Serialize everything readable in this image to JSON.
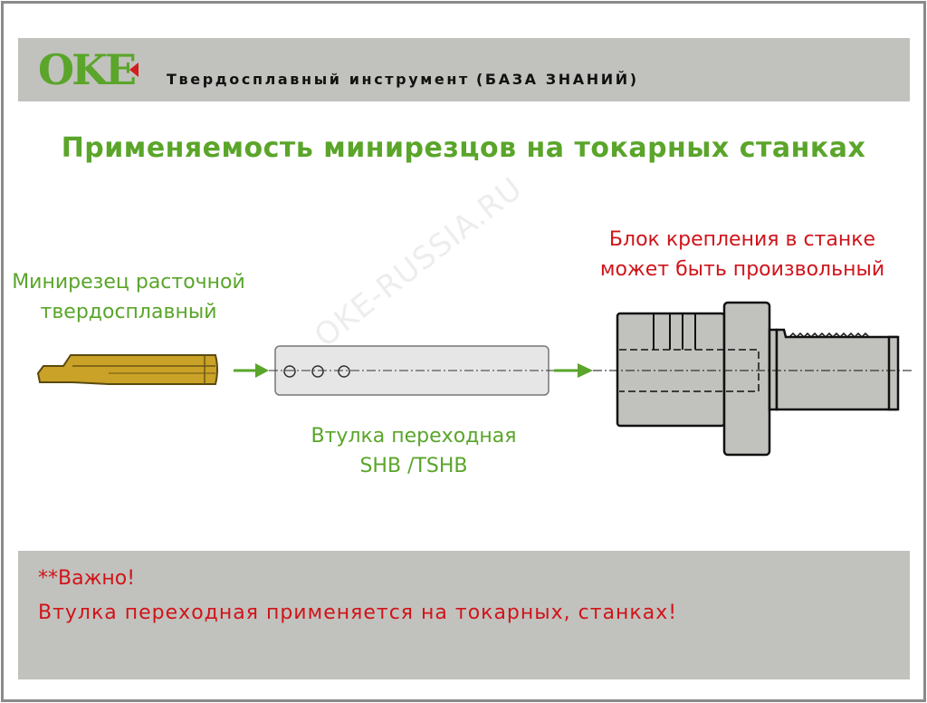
{
  "header": {
    "logo": "OKE",
    "title": "Твердосплавный инструмент",
    "subtitle": "(БАЗА ЗНАНИЙ)"
  },
  "main": {
    "title": "Применяемость минирезцов на токарных станках",
    "labels": {
      "cutter_line1": "Минирезец расточной",
      "cutter_line2": "твердосплавный",
      "sleeve_line1": "Втулка переходная",
      "sleeve_line2": "SHB /TSHB",
      "block_line1": "Блок крепления в станке",
      "block_line2": "может быть произвольный"
    },
    "watermark": "OKE-RUSSIA.RU"
  },
  "footer": {
    "note_title": "**Важно!",
    "note_text": "Втулка переходная применяется на токарных, станках!"
  },
  "colors": {
    "green": "#5aa52a",
    "red": "#d0141a",
    "band": "#c1c2bd",
    "gold": "#c9a227"
  }
}
